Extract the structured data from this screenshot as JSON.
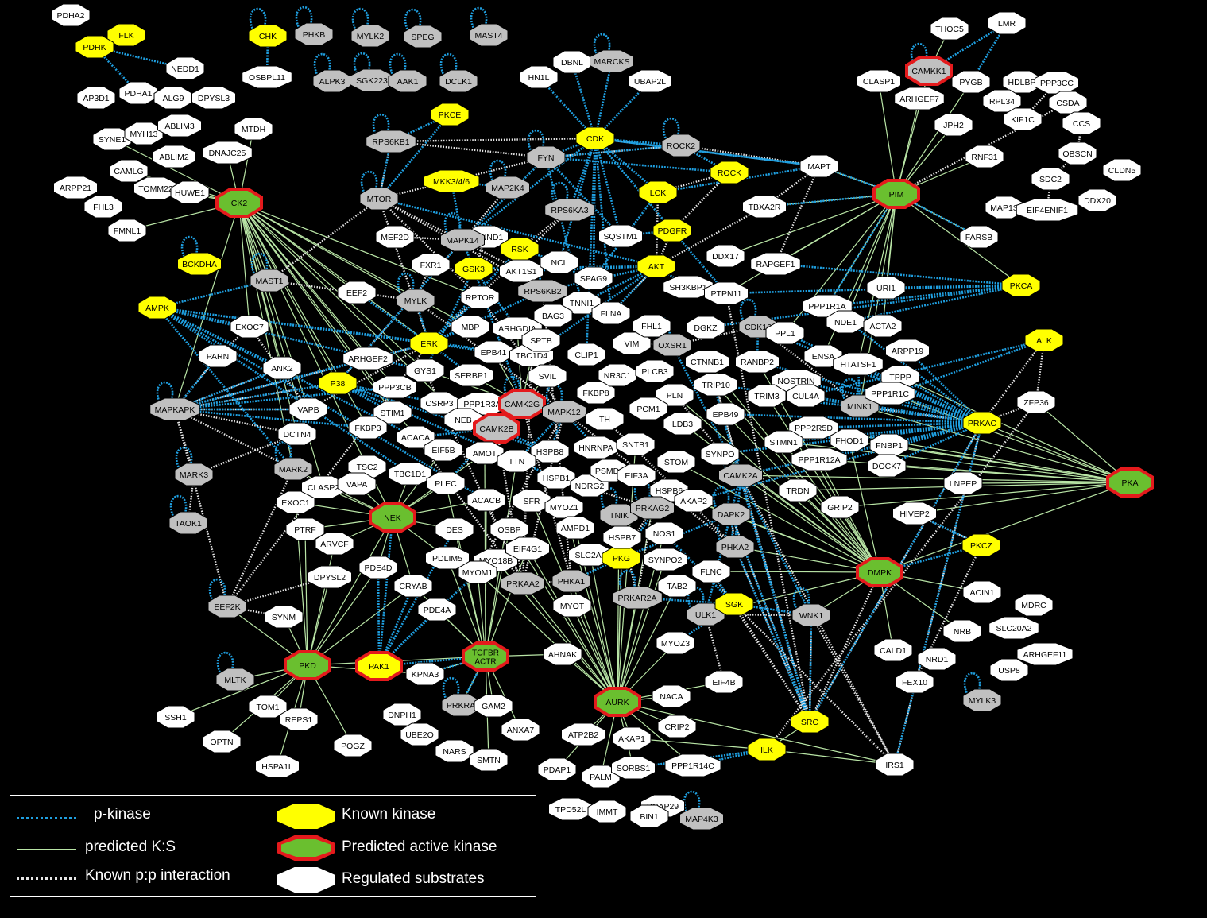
{
  "colors": {
    "background": "#000000",
    "known_kinase": "#ffff00",
    "predicted_active_kinase_fill": "#6abf2f",
    "predicted_active_kinase_border": "#e41a1c",
    "regulated_substrate": "#ffffff",
    "other_kinase": "#c0c0c0",
    "p_kinase_edge": "#1f9fe0",
    "predicted_ks_edge": "#b9e5a6",
    "known_pp_edge": "#e6e6e6"
  },
  "legend": {
    "p_kinase": "p-kinase",
    "predicted_ks": "predicted K:S",
    "known_pp": "Known p:p interaction",
    "known_kinase": "Known kinase",
    "predicted_active": "Predicted active kinase",
    "regulated": "Regulated substrates"
  },
  "nodes": [
    {
      "id": "PDHA2",
      "t": "w"
    },
    {
      "id": "FLK",
      "t": "y"
    },
    {
      "id": "PDHK",
      "t": "y"
    },
    {
      "id": "NEDD1",
      "t": "w"
    },
    {
      "id": "AP3D1",
      "t": "w"
    },
    {
      "id": "PDHA1",
      "t": "w"
    },
    {
      "id": "ALG9",
      "t": "w"
    },
    {
      "id": "DPYSL3",
      "t": "w"
    },
    {
      "id": "SYNE1",
      "t": "w"
    },
    {
      "id": "MYH13",
      "t": "w"
    },
    {
      "id": "ABLIM3",
      "t": "w"
    },
    {
      "id": "MTDH",
      "t": "w"
    },
    {
      "id": "ABLIM2",
      "t": "w"
    },
    {
      "id": "DNAJC25",
      "t": "w"
    },
    {
      "id": "CAMLG",
      "t": "w"
    },
    {
      "id": "TOMM22",
      "t": "w"
    },
    {
      "id": "ARPP21",
      "t": "w"
    },
    {
      "id": "HUWE1",
      "t": "w"
    },
    {
      "id": "FHL3",
      "t": "w"
    },
    {
      "id": "CK2",
      "t": "p"
    },
    {
      "id": "FMNL1",
      "t": "w"
    },
    {
      "id": "BCKDHA",
      "t": "y"
    },
    {
      "id": "MAST1",
      "t": "g"
    },
    {
      "id": "AMPK",
      "t": "y"
    },
    {
      "id": "EXOC7",
      "t": "w"
    },
    {
      "id": "PARN",
      "t": "w"
    },
    {
      "id": "ANK2",
      "t": "w"
    },
    {
      "id": "MAPKAPK",
      "t": "g"
    },
    {
      "id": "VAPB",
      "t": "w"
    },
    {
      "id": "DCTN4",
      "t": "w"
    },
    {
      "id": "MARK3",
      "t": "g"
    },
    {
      "id": "MARK2",
      "t": "g"
    },
    {
      "id": "TAOK1",
      "t": "g"
    },
    {
      "id": "EXOC1",
      "t": "w"
    },
    {
      "id": "PTRF",
      "t": "w"
    },
    {
      "id": "ARVCF",
      "t": "w"
    },
    {
      "id": "DPYSL2",
      "t": "w"
    },
    {
      "id": "EEF2K",
      "t": "g"
    },
    {
      "id": "SYNM",
      "t": "w"
    },
    {
      "id": "PKD",
      "t": "p"
    },
    {
      "id": "MLTK",
      "t": "g"
    },
    {
      "id": "SSH1",
      "t": "w"
    },
    {
      "id": "TOM1",
      "t": "w"
    },
    {
      "id": "REPS1",
      "t": "w"
    },
    {
      "id": "OPTN",
      "t": "w"
    },
    {
      "id": "POGZ",
      "t": "w"
    },
    {
      "id": "HSPA1L",
      "t": "w"
    },
    {
      "id": "CHK",
      "t": "y"
    },
    {
      "id": "PHKB",
      "t": "g"
    },
    {
      "id": "MYLK2",
      "t": "g"
    },
    {
      "id": "SPEG",
      "t": "g"
    },
    {
      "id": "MAST4",
      "t": "g"
    },
    {
      "id": "OSBPL11",
      "t": "w"
    },
    {
      "id": "ALPK3",
      "t": "g"
    },
    {
      "id": "SGK223",
      "t": "g"
    },
    {
      "id": "AAK1",
      "t": "g"
    },
    {
      "id": "DCLK1",
      "t": "g"
    },
    {
      "id": "RPS6KB1",
      "t": "g"
    },
    {
      "id": "PKCE",
      "t": "y"
    },
    {
      "id": "MTOR",
      "t": "g"
    },
    {
      "id": "MKK3/4/6",
      "t": "y"
    },
    {
      "id": "MAP2K4",
      "t": "g"
    },
    {
      "id": "MEF2D",
      "t": "w"
    },
    {
      "id": "CTNND1",
      "t": "w"
    },
    {
      "id": "MAPK14",
      "t": "g"
    },
    {
      "id": "FXR1",
      "t": "w"
    },
    {
      "id": "GSK3",
      "t": "y"
    },
    {
      "id": "RSK",
      "t": "y"
    },
    {
      "id": "AKT1S1",
      "t": "w"
    },
    {
      "id": "EEF2",
      "t": "w"
    },
    {
      "id": "MYLK",
      "t": "g"
    },
    {
      "id": "RPTOR",
      "t": "w"
    },
    {
      "id": "RPS6KB2",
      "t": "g"
    },
    {
      "id": "MBP",
      "t": "w"
    },
    {
      "id": "ARHGDIA",
      "t": "w"
    },
    {
      "id": "ERK",
      "t": "y"
    },
    {
      "id": "EPB41",
      "t": "w"
    },
    {
      "id": "TBC1D4",
      "t": "w"
    },
    {
      "id": "ARHGEF2",
      "t": "w"
    },
    {
      "id": "GYS1",
      "t": "w"
    },
    {
      "id": "SERBP1",
      "t": "w"
    },
    {
      "id": "P38",
      "t": "y"
    },
    {
      "id": "PPP3CB",
      "t": "w"
    },
    {
      "id": "CSRP3",
      "t": "w"
    },
    {
      "id": "PPP1R3A",
      "t": "w"
    },
    {
      "id": "CAMK2G",
      "t": "r"
    },
    {
      "id": "STIM1",
      "t": "w"
    },
    {
      "id": "FKBP3",
      "t": "w"
    },
    {
      "id": "NEB",
      "t": "w"
    },
    {
      "id": "CAMK2B",
      "t": "r"
    },
    {
      "id": "ACACA",
      "t": "w"
    },
    {
      "id": "EIF5B",
      "t": "w"
    },
    {
      "id": "AMOT",
      "t": "w"
    },
    {
      "id": "TSC2",
      "t": "w"
    },
    {
      "id": "TBC1D1",
      "t": "w"
    },
    {
      "id": "PLEC",
      "t": "w"
    },
    {
      "id": "CLASP2",
      "t": "w"
    },
    {
      "id": "VAPA",
      "t": "w"
    },
    {
      "id": "NEK",
      "t": "p"
    },
    {
      "id": "ACACB",
      "t": "w"
    },
    {
      "id": "DES",
      "t": "w"
    },
    {
      "id": "OSBP",
      "t": "w"
    },
    {
      "id": "PDE4D",
      "t": "w"
    },
    {
      "id": "PDLIM5",
      "t": "w"
    },
    {
      "id": "MYO18B",
      "t": "w"
    },
    {
      "id": "CRYAB",
      "t": "w"
    },
    {
      "id": "MYOM1",
      "t": "w"
    },
    {
      "id": "PDE4A",
      "t": "w"
    },
    {
      "id": "PAK1",
      "t": "yr"
    },
    {
      "id": "TGFBR ACTR",
      "t": "p"
    },
    {
      "id": "KPNA3",
      "t": "w"
    },
    {
      "id": "DNPH1",
      "t": "w"
    },
    {
      "id": "PRKRA",
      "t": "g"
    },
    {
      "id": "GAM2",
      "t": "w"
    },
    {
      "id": "UBE2O",
      "t": "w"
    },
    {
      "id": "ANXA7",
      "t": "w"
    },
    {
      "id": "NARS",
      "t": "w"
    },
    {
      "id": "SMTN",
      "t": "w"
    },
    {
      "id": "HN1L",
      "t": "w"
    },
    {
      "id": "DBNL",
      "t": "w"
    },
    {
      "id": "MARCKS",
      "t": "g"
    },
    {
      "id": "UBAP2L",
      "t": "w"
    },
    {
      "id": "CDK",
      "t": "y"
    },
    {
      "id": "FYN",
      "t": "g"
    },
    {
      "id": "ROCK2",
      "t": "g"
    },
    {
      "id": "ROCK",
      "t": "y"
    },
    {
      "id": "LCK",
      "t": "y"
    },
    {
      "id": "RPS6KA3",
      "t": "g"
    },
    {
      "id": "SQSTM1",
      "t": "w"
    },
    {
      "id": "PDGFR",
      "t": "y"
    },
    {
      "id": "NCL",
      "t": "w"
    },
    {
      "id": "AKT",
      "t": "y"
    },
    {
      "id": "SPAG9",
      "t": "w"
    },
    {
      "id": "TNNI1",
      "t": "w"
    },
    {
      "id": "BAG3",
      "t": "w"
    },
    {
      "id": "FLNA",
      "t": "w"
    },
    {
      "id": "SPTB",
      "t": "w"
    },
    {
      "id": "CLIP1",
      "t": "w"
    },
    {
      "id": "SVIL",
      "t": "w"
    },
    {
      "id": "FKBP8",
      "t": "w"
    },
    {
      "id": "NR3C1",
      "t": "w"
    },
    {
      "id": "MAPK12",
      "t": "g"
    },
    {
      "id": "TH",
      "t": "w"
    },
    {
      "id": "HNRNPA",
      "t": "w"
    },
    {
      "id": "HSPB8",
      "t": "w"
    },
    {
      "id": "TTN",
      "t": "w"
    },
    {
      "id": "HSPB1",
      "t": "w"
    },
    {
      "id": "NDRG2",
      "t": "w"
    },
    {
      "id": "PSMD4",
      "t": "w"
    },
    {
      "id": "SNTB1",
      "t": "w"
    },
    {
      "id": "SFR",
      "t": "w"
    },
    {
      "id": "MYOZ1",
      "t": "w"
    },
    {
      "id": "AMPD1",
      "t": "w"
    },
    {
      "id": "EIF4G1",
      "t": "w"
    },
    {
      "id": "SLC2A4",
      "t": "w"
    },
    {
      "id": "PKG",
      "t": "y"
    },
    {
      "id": "PRKAA2",
      "t": "g"
    },
    {
      "id": "PHKA1",
      "t": "g"
    },
    {
      "id": "MYOT",
      "t": "w"
    },
    {
      "id": "AHNAK",
      "t": "w"
    },
    {
      "id": "AURK",
      "t": "p"
    },
    {
      "id": "NACA",
      "t": "w"
    },
    {
      "id": "ATP2B2",
      "t": "w"
    },
    {
      "id": "AKAP1",
      "t": "w"
    },
    {
      "id": "CRIP2",
      "t": "w"
    },
    {
      "id": "PDAP1",
      "t": "w"
    },
    {
      "id": "PALM",
      "t": "w"
    },
    {
      "id": "SORBS1",
      "t": "w"
    },
    {
      "id": "PPP1R14C",
      "t": "w"
    },
    {
      "id": "TPD52L",
      "t": "w"
    },
    {
      "id": "IMMT",
      "t": "w"
    },
    {
      "id": "SNAP29",
      "t": "w"
    },
    {
      "id": "BIN1",
      "t": "w"
    },
    {
      "id": "MAP4K3",
      "t": "g"
    },
    {
      "id": "VIM",
      "t": "w"
    },
    {
      "id": "FHL1",
      "t": "w"
    },
    {
      "id": "OXSR1",
      "t": "g"
    },
    {
      "id": "DGKZ",
      "t": "w"
    },
    {
      "id": "CDK16",
      "t": "g"
    },
    {
      "id": "PLCB3",
      "t": "w"
    },
    {
      "id": "CTNNB1",
      "t": "w"
    },
    {
      "id": "PLN",
      "t": "w"
    },
    {
      "id": "TRIP10",
      "t": "w"
    },
    {
      "id": "PCM1",
      "t": "w"
    },
    {
      "id": "LDB3",
      "t": "w"
    },
    {
      "id": "EPB49",
      "t": "w"
    },
    {
      "id": "STOM",
      "t": "w"
    },
    {
      "id": "SYNPO",
      "t": "w"
    },
    {
      "id": "EIF3A",
      "t": "w"
    },
    {
      "id": "HSPB6",
      "t": "w"
    },
    {
      "id": "TNIK",
      "t": "g"
    },
    {
      "id": "PRKAG2",
      "t": "g"
    },
    {
      "id": "AKAP2",
      "t": "w"
    },
    {
      "id": "HSPB7",
      "t": "w"
    },
    {
      "id": "NOS1",
      "t": "w"
    },
    {
      "id": "SYNPO2",
      "t": "w"
    },
    {
      "id": "PRKAR2A",
      "t": "g"
    },
    {
      "id": "TAB2",
      "t": "w"
    },
    {
      "id": "MYOZ3",
      "t": "w"
    },
    {
      "id": "FLNC",
      "t": "w"
    },
    {
      "id": "ULK1",
      "t": "g"
    },
    {
      "id": "SGK",
      "t": "y"
    },
    {
      "id": "PHKA2",
      "t": "g"
    },
    {
      "id": "DAPK2",
      "t": "g"
    },
    {
      "id": "CAMK2A",
      "t": "g"
    },
    {
      "id": "EIF4B",
      "t": "w"
    },
    {
      "id": "ILK",
      "t": "y"
    },
    {
      "id": "SRC",
      "t": "y"
    },
    {
      "id": "SH3KBP1",
      "t": "w"
    },
    {
      "id": "PTPN11",
      "t": "w"
    },
    {
      "id": "DDX17",
      "t": "w"
    },
    {
      "id": "RAPGEF1",
      "t": "w"
    },
    {
      "id": "TBXA2R",
      "t": "w"
    },
    {
      "id": "MAPT",
      "t": "w"
    },
    {
      "id": "URI1",
      "t": "w"
    },
    {
      "id": "PPP1R1A",
      "t": "w"
    },
    {
      "id": "NDE1",
      "t": "w"
    },
    {
      "id": "ACTA2",
      "t": "w"
    },
    {
      "id": "PPL1",
      "t": "w"
    },
    {
      "id": "ENSA",
      "t": "w"
    },
    {
      "id": "RANBP2",
      "t": "w"
    },
    {
      "id": "HTATSF1",
      "t": "w"
    },
    {
      "id": "ARPP19",
      "t": "w"
    },
    {
      "id": "TPPP",
      "t": "w"
    },
    {
      "id": "NOSTRIN",
      "t": "w"
    },
    {
      "id": "TRIM3",
      "t": "w"
    },
    {
      "id": "CUL4A",
      "t": "w"
    },
    {
      "id": "MINK1",
      "t": "g"
    },
    {
      "id": "PPP1R1C",
      "t": "w"
    },
    {
      "id": "PPP2R5D",
      "t": "w"
    },
    {
      "id": "STMN1",
      "t": "w"
    },
    {
      "id": "FHOD1",
      "t": "w"
    },
    {
      "id": "FNBP1",
      "t": "w"
    },
    {
      "id": "PPP1R12A",
      "t": "w"
    },
    {
      "id": "DOCK7",
      "t": "w"
    },
    {
      "id": "TRDN",
      "t": "w"
    },
    {
      "id": "GRIP2",
      "t": "w"
    },
    {
      "id": "WNK1",
      "t": "g"
    },
    {
      "id": "HIVEP2",
      "t": "w"
    },
    {
      "id": "LNPEP",
      "t": "w"
    },
    {
      "id": "PRKAC",
      "t": "y"
    },
    {
      "id": "ZFP36",
      "t": "w"
    },
    {
      "id": "ALK",
      "t": "y"
    },
    {
      "id": "PKCA",
      "t": "y"
    },
    {
      "id": "PKA",
      "t": "p"
    },
    {
      "id": "PKCZ",
      "t": "y"
    },
    {
      "id": "DMPK",
      "t": "p"
    },
    {
      "id": "ACIN1",
      "t": "w"
    },
    {
      "id": "MDRC",
      "t": "w"
    },
    {
      "id": "NRB",
      "t": "w"
    },
    {
      "id": "SLC20A2",
      "t": "w"
    },
    {
      "id": "ARHGEF11",
      "t": "w"
    },
    {
      "id": "CALD1",
      "t": "w"
    },
    {
      "id": "NRD1",
      "t": "w"
    },
    {
      "id": "USP8",
      "t": "w"
    },
    {
      "id": "FEX10",
      "t": "w"
    },
    {
      "id": "MYLK3",
      "t": "g"
    },
    {
      "id": "IRS1",
      "t": "w"
    },
    {
      "id": "THOC5",
      "t": "w"
    },
    {
      "id": "LMR",
      "t": "w"
    },
    {
      "id": "CAMKK1",
      "t": "r"
    },
    {
      "id": "CLASP1",
      "t": "w"
    },
    {
      "id": "ARHGEF7",
      "t": "w"
    },
    {
      "id": "PYGB",
      "t": "w"
    },
    {
      "id": "HDLBP",
      "t": "w"
    },
    {
      "id": "PPP3CC",
      "t": "w"
    },
    {
      "id": "RPL34",
      "t": "w"
    },
    {
      "id": "JPH2",
      "t": "w"
    },
    {
      "id": "KIF1C",
      "t": "w"
    },
    {
      "id": "CSDA",
      "t": "w"
    },
    {
      "id": "CCS",
      "t": "w"
    },
    {
      "id": "RNF31",
      "t": "w"
    },
    {
      "id": "OBSCN",
      "t": "w"
    },
    {
      "id": "PIM",
      "t": "p"
    },
    {
      "id": "SDC2",
      "t": "w"
    },
    {
      "id": "CLDN5",
      "t": "w"
    },
    {
      "id": "MAP1S",
      "t": "w"
    },
    {
      "id": "EIF4ENIF1",
      "t": "w"
    },
    {
      "id": "DDX20",
      "t": "w"
    },
    {
      "id": "FARSB",
      "t": "w"
    }
  ]
}
